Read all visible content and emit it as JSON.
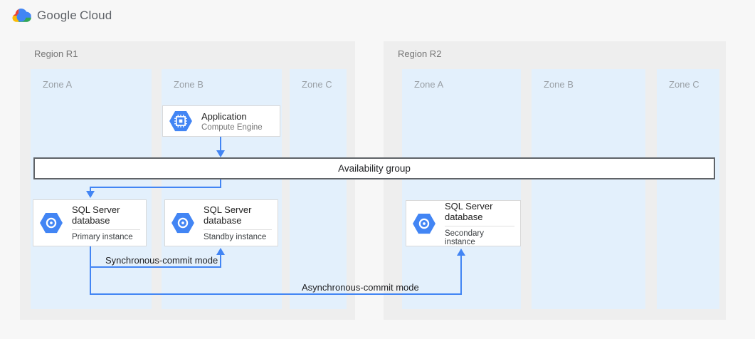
{
  "header": {
    "logo_google": "Google",
    "logo_cloud": "Cloud",
    "logo_icon": "google-cloud-logo-icon"
  },
  "regions": [
    {
      "label": "Region R1",
      "zones": [
        {
          "label": "Zone A"
        },
        {
          "label": "Zone B"
        },
        {
          "label": "Zone C"
        }
      ]
    },
    {
      "label": "Region R2",
      "zones": [
        {
          "label": "Zone A"
        },
        {
          "label": "Zone B"
        },
        {
          "label": "Zone C"
        }
      ]
    }
  ],
  "nodes": {
    "application": {
      "title": "Application",
      "subtitle": "Compute Engine",
      "icon": "compute-engine-icon"
    },
    "availability_group": {
      "label": "Availability group"
    },
    "primary_db": {
      "title": "SQL Server database",
      "subtitle": "Primary instance",
      "icon": "sql-server-database-icon"
    },
    "standby_db": {
      "title": "SQL Server database",
      "subtitle": "Standby instance",
      "icon": "sql-server-database-icon"
    },
    "secondary_db": {
      "title": "SQL Server database",
      "subtitle": "Secondary instance",
      "icon": "sql-server-database-icon"
    }
  },
  "connections": {
    "sync_label": "Synchronous-commit mode",
    "async_label": "Asynchronous-commit mode"
  },
  "colors": {
    "arrow_blue": "#4285f4",
    "icon_hexagon_blue": "#4285f4",
    "region_fill": "#eeeeee",
    "zone_fill": "#e3f0fc",
    "bar_border": "#5f6368",
    "logo_red": "#ea4335",
    "logo_yellow": "#fbbc05",
    "logo_green": "#34a853",
    "logo_blue": "#4285f4"
  }
}
